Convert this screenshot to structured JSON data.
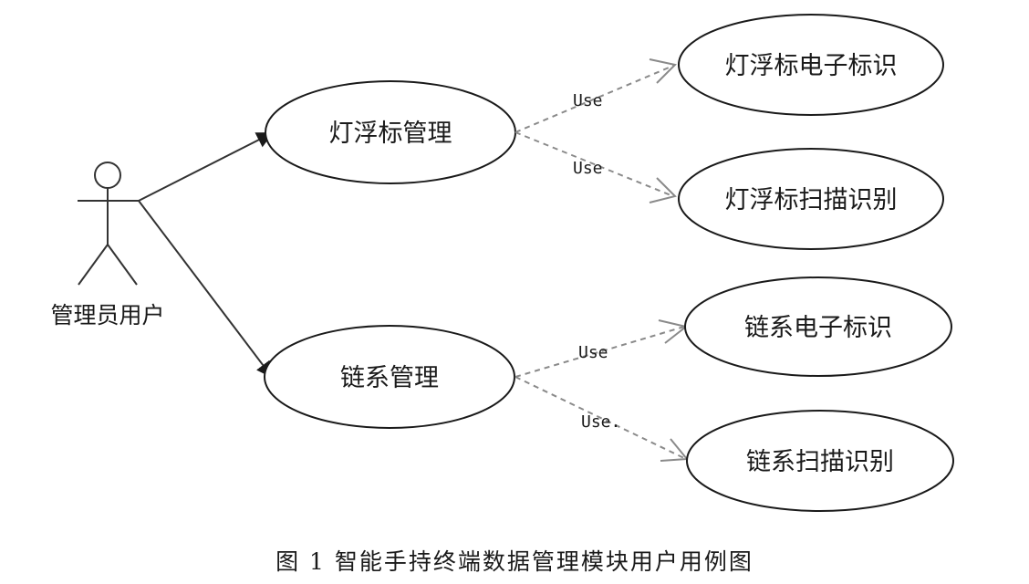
{
  "actor": {
    "label": "管理员用户"
  },
  "use_cases": {
    "light_buoy_management": "灯浮标管理",
    "chain_management": "链系管理",
    "light_buoy_electronic_id": "灯浮标电子标识",
    "light_buoy_scan_recognition": "灯浮标扫描识别",
    "chain_electronic_id": "链系电子标识",
    "chain_scan_recognition": "链系扫描识别"
  },
  "relations": {
    "use_1": "Use",
    "use_2": "Use",
    "use_3": "Use",
    "use_4": "Use."
  },
  "caption": "图 1 智能手持终端数据管理模块用户用例图",
  "colors": {
    "stroke": "#1a1a1a",
    "dashed": "#8a8a8a"
  }
}
